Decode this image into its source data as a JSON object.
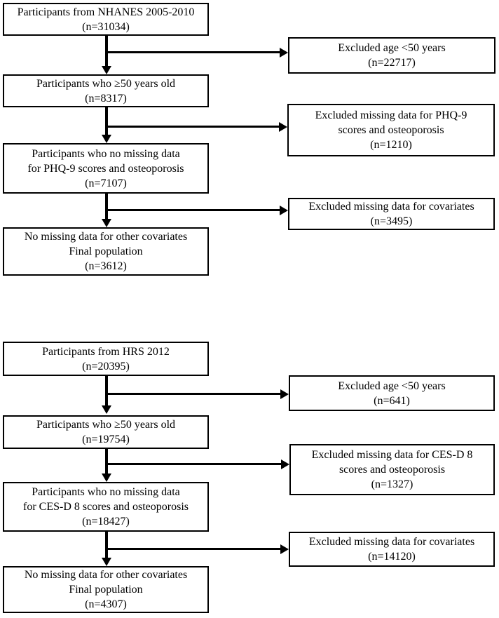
{
  "diagram": {
    "type": "flowchart",
    "description_visible": false
  },
  "colors": {
    "background": "#ffffff",
    "box_border": "#000000",
    "arrow": "#000000",
    "text": "#000000"
  },
  "boxes": {
    "nhanes_source": {
      "lines": [
        "Participants from NHANES 2005-2010",
        "(n=31034)"
      ]
    },
    "nhanes_excluded_age": {
      "lines": [
        "Excluded age <50 years",
        "(n=22717)"
      ]
    },
    "nhanes_age50": {
      "lines": [
        "Participants who ≥50 years old",
        "(n=8317)"
      ]
    },
    "nhanes_excluded_phq9": {
      "lines": [
        "Excluded missing data for PHQ-9",
        "scores and osteoporosis",
        "(n=1210)"
      ]
    },
    "nhanes_no_missing": {
      "lines": [
        "Participants who no missing data",
        "for PHQ-9 scores and osteoporosis",
        "(n=7107)"
      ]
    },
    "nhanes_excluded_covariates": {
      "lines": [
        "Excluded missing data for covariates",
        "(n=3495)"
      ]
    },
    "nhanes_final": {
      "lines": [
        "No missing data for other covariates",
        "Final population",
        "(n=3612)"
      ]
    },
    "hrs_source": {
      "lines": [
        "Participants from HRS 2012",
        "(n=20395)"
      ]
    },
    "hrs_excluded_age": {
      "lines": [
        "Excluded age <50 years",
        "(n=641)"
      ]
    },
    "hrs_age50": {
      "lines": [
        "Participants who ≥50 years old",
        "(n=19754)"
      ]
    },
    "hrs_excluded_cesd": {
      "lines": [
        "Excluded missing data for CES-D 8",
        "scores and osteoporosis",
        "(n=1327)"
      ]
    },
    "hrs_no_missing": {
      "lines": [
        "Participants who no missing data",
        "for CES-D 8 scores and osteoporosis",
        "(n=18427)"
      ]
    },
    "hrs_excluded_covariates": {
      "lines": [
        "Excluded missing data for covariates",
        "(n=14120)"
      ]
    },
    "hrs_final": {
      "lines": [
        "No missing data for other covariates",
        "Final population",
        "(n=4307)"
      ]
    }
  }
}
